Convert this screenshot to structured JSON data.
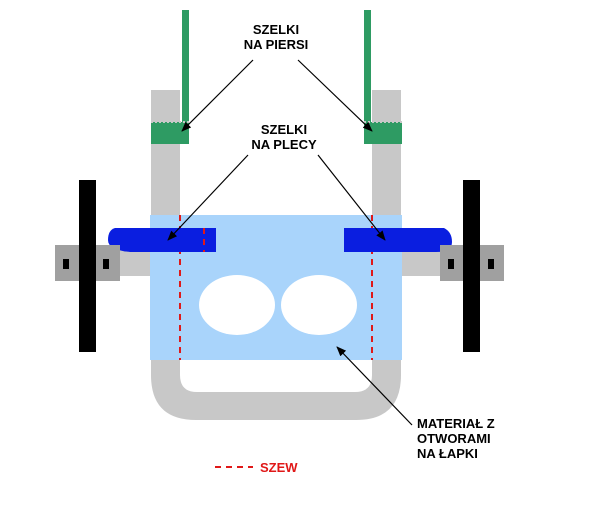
{
  "labels": {
    "chest_straps_line1": "SZELKI",
    "chest_straps_line2": "NA PIERSI",
    "back_straps_line1": "SZELKI",
    "back_straps_line2": "NA PLECY",
    "material_line1": "MATERIAŁ Z",
    "material_line2": "OTWORAMI",
    "material_line3": "NA ŁAPKI",
    "legend_seam": "SZEW"
  },
  "colors": {
    "frame": "#c8c8c8",
    "chest_strap": "#2e9b63",
    "back_strap": "#0a1ee0",
    "fabric": "#a9d4fb",
    "seam": "#e01818",
    "wheel": "#000000",
    "hub": "#a0a0a0",
    "legend_text": "#e01818"
  }
}
